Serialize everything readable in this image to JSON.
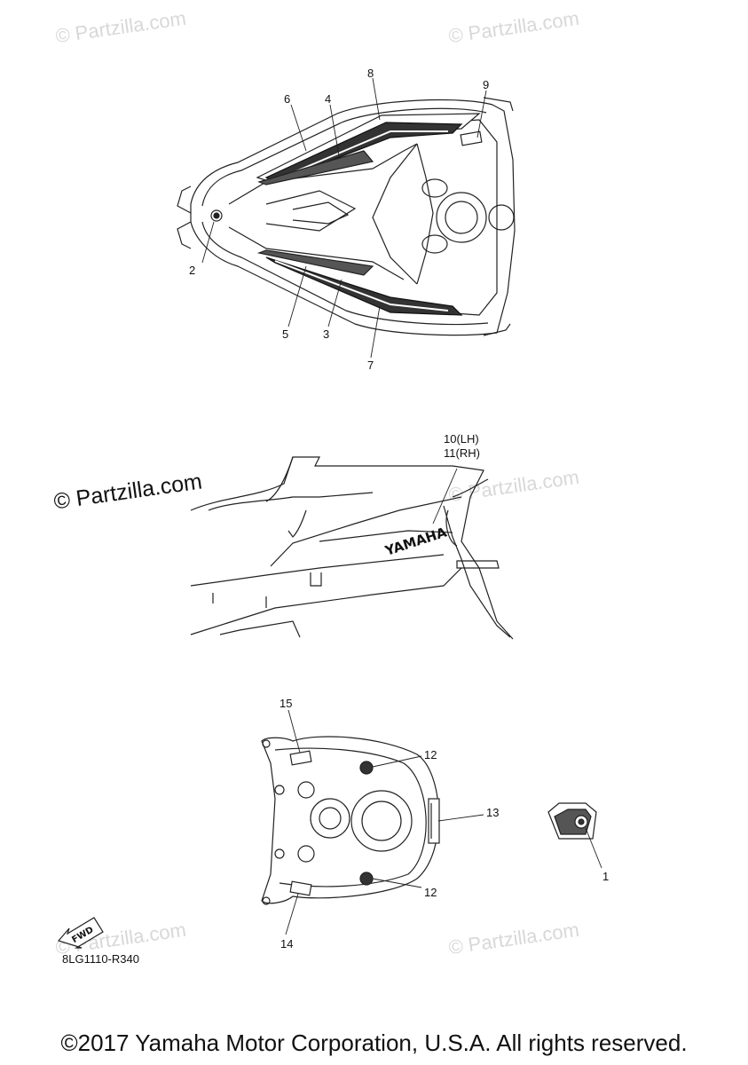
{
  "watermarks": {
    "faint": "© Partzilla.com",
    "strong": "© Partzilla.com"
  },
  "callouts": {
    "c1": "1",
    "c2": "2",
    "c3": "3",
    "c4": "4",
    "c5": "5",
    "c6": "6",
    "c7": "7",
    "c8": "8",
    "c9": "9",
    "c10": "10(LH)",
    "c11": "11(RH)",
    "c12a": "12",
    "c12b": "12",
    "c13": "13",
    "c14": "14",
    "c15": "15"
  },
  "decal_text": {
    "yamaha": "YAMAHA",
    "fwd": "FWD"
  },
  "diagram_code": "8LG1110-R340",
  "copyright": "©2017 Yamaha Motor Corporation, U.S.A. All rights reserved."
}
